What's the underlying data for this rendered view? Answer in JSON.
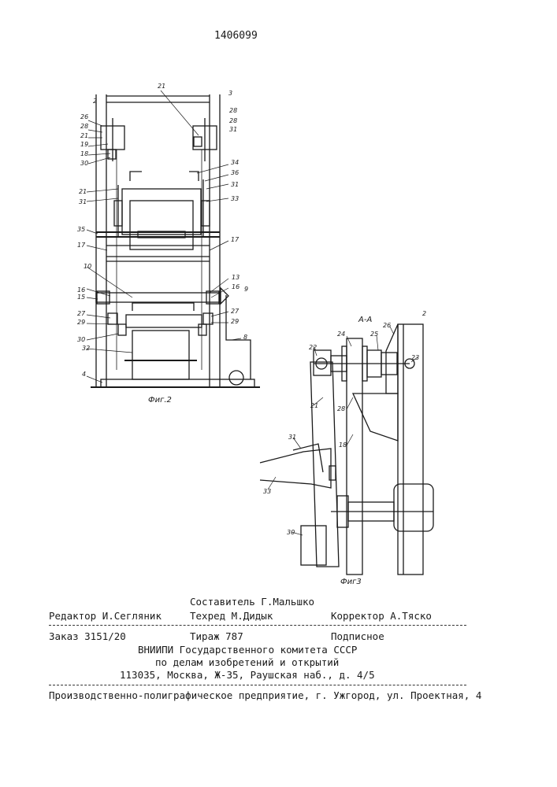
{
  "patent_number": "1406099",
  "fig2": {
    "caption": "Фиг.2",
    "labels": [
      "2",
      "3",
      "21",
      "26",
      "28",
      "21",
      "19",
      "18",
      "30",
      "28",
      "28",
      "31",
      "34",
      "36",
      "21",
      "31",
      "31",
      "33",
      "35",
      "17",
      "17",
      "10",
      "13",
      "16",
      "16",
      "15",
      "9",
      "27",
      "29",
      "27",
      "29",
      "30",
      "8",
      "32",
      "4"
    ]
  },
  "fig3": {
    "section": "А-А",
    "caption": "Фиг3",
    "labels": [
      "2",
      "26",
      "22",
      "24",
      "25",
      "23",
      "21",
      "28",
      "18",
      "31",
      "33",
      "30"
    ]
  },
  "colophon": {
    "composer": "Составитель Г.Мальшко",
    "editor": "Редактор И.Сегляник",
    "techred": "Техред М.Дидык",
    "corrector": "Корректор А.Тяско",
    "order": "Заказ 3151/20",
    "circulation": "Тираж 787",
    "subscription": "Подписное",
    "org_line1": "ВНИИПИ Государственного комитета СССР",
    "org_line2": "по делам изобретений и открытий",
    "address": "113035, Москва, Ж-35, Раушская наб., д. 4/5",
    "printer": "Производственно-полиграфическое предприятие, г. Ужгород, ул. Проектная, 4"
  }
}
